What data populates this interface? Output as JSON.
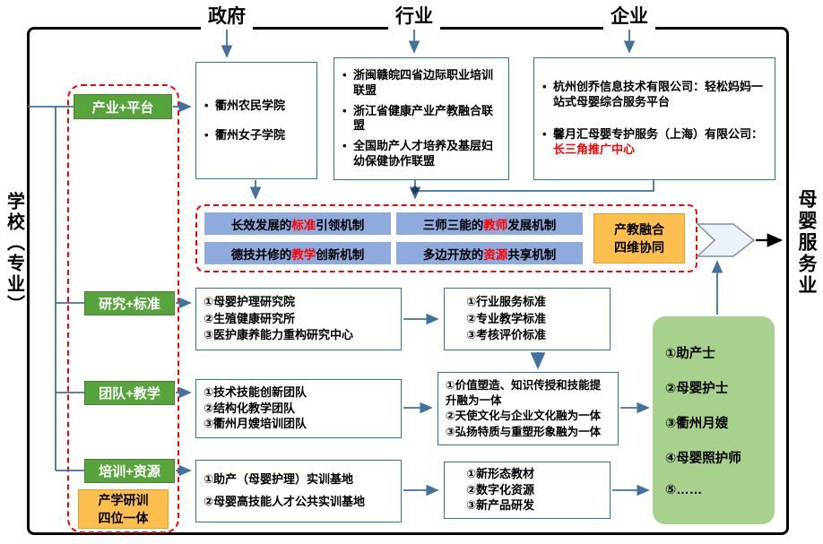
{
  "colors": {
    "green": "#58A43C",
    "green_light": "#A9D18E",
    "blue": "#8FAADC",
    "orange": "#FCBF4E",
    "border_blue": "#2E75B6",
    "red": "#FF0000",
    "arrow": "#41719C"
  },
  "top_labels": {
    "government": "政府",
    "industry": "行业",
    "enterprise": "企业"
  },
  "side_labels": {
    "school": "学校（专业）",
    "service": "母婴服务业"
  },
  "left_column": {
    "platform": "产业+平台",
    "research": "研究+标准",
    "team": "团队+教学",
    "training": "培训+资源",
    "badge_line1": "产学研训",
    "badge_line2": "四位一体"
  },
  "gov_box": {
    "items": [
      "衢州农民学院",
      "衢州女子学院"
    ]
  },
  "industry_box": {
    "items": [
      "浙闽赣皖四省边际职业培训联盟",
      "浙江省健康产业产教融合联盟",
      "全国助产人才培养及基层妇幼保健协作联盟"
    ]
  },
  "enterprise_box": {
    "item1": "杭州创乔信息技术有限公司：轻松妈妈一站式母婴综合服务平台",
    "item2_pre": "馨月汇母婴专护服务（上海）有限公司：",
    "item2_red": "长三角推广中心"
  },
  "mechanisms": {
    "m1": {
      "pre": "长效发展的",
      "red": "标准",
      "post": "引领机制"
    },
    "m2": {
      "pre": "三师三能的",
      "red": "教师",
      "post": "发展机制"
    },
    "m3": {
      "pre": "德技并修的",
      "red": "教学",
      "post": "创新机制"
    },
    "m4": {
      "pre": "多边开放的",
      "red": "资源",
      "post": "共享机制"
    },
    "badge_line1": "产教融合",
    "badge_line2": "四维协同"
  },
  "research_row": {
    "left": [
      "①母婴护理研究院",
      "②生殖健康研究所",
      "③医护康养能力重构研究中心"
    ],
    "right": [
      "①行业服务标准",
      "②专业教学标准",
      "③考核评价标准"
    ]
  },
  "team_row": {
    "left": [
      "①技术技能创新团队",
      "②结构化教学团队",
      "③衢州月嫂培训团队"
    ],
    "right": [
      "①价值塑造、知识传授和技能提升融为一体",
      "②天使文化与企业文化融为一体",
      "③弘扬特质与重塑形象融为一体"
    ]
  },
  "training_row": {
    "left": [
      "①助产（母婴护理）实训基地",
      "②母婴高技能人才公共实训基地"
    ],
    "right": [
      "①新形态教材",
      "②数字化资源",
      "③新产品研发"
    ]
  },
  "outcomes": {
    "items": [
      "①助产士",
      "②母婴护士",
      "③衢州月嫂",
      "④母婴照护师",
      "⑤……"
    ]
  }
}
